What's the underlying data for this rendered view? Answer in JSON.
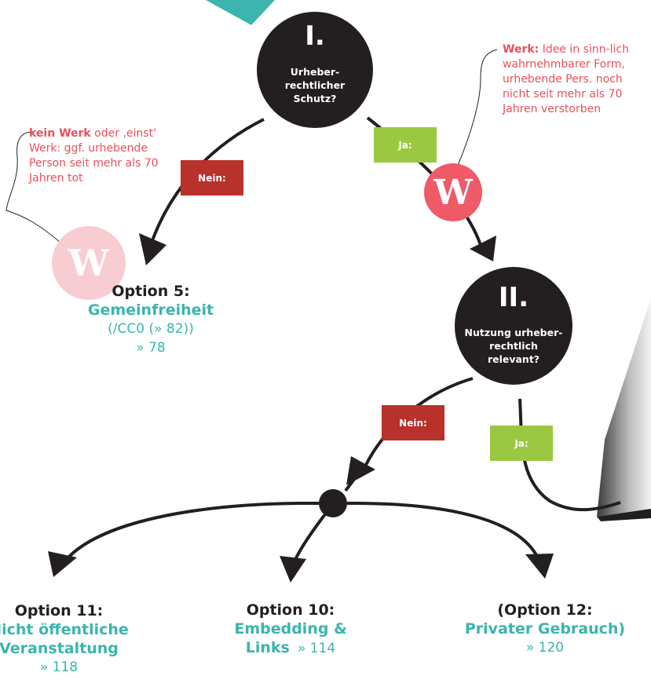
{
  "colors": {
    "node": "#231f20",
    "teal": "#3bb5ad",
    "nein": "#b8312a",
    "ja": "#9bc841",
    "note": "#e8505b",
    "badge_light": "#f8cdd2"
  },
  "nodes": [
    {
      "roman": "I.",
      "question": [
        "Urheber-",
        "rechtlicher",
        "Schutz?"
      ]
    },
    {
      "roman": "II.",
      "question": [
        "Nutzung urheber-",
        "rechtlich",
        "relevant?"
      ]
    }
  ],
  "tags": {
    "nein": "Nein:",
    "ja": "Ja:"
  },
  "badge_letter": "W",
  "notes": {
    "left": {
      "bold": "kein Werk",
      "rest": " oder ‚einst‘ Werk: ggf. urhebende Person seit mehr als 70 Jahren tot"
    },
    "right": {
      "bold": "Werk:",
      "rest": " Idee in sinn-lich wahrnehmbarer Form, urhebende Pers. noch nicht seit mehr als 70 Jahren verstorben"
    }
  },
  "options": {
    "opt5": {
      "title": "Option 5:",
      "name": "Gemeinfreiheit",
      "line3": "(/CC0 (» 82))",
      "ref": "» 78"
    },
    "opt11": {
      "title": "Option 11:",
      "name1": "Nicht öffentliche",
      "name2": "Veranstaltung",
      "ref": "» 118"
    },
    "opt10": {
      "title": "Option 10:",
      "name1": "Embedding &",
      "name2": "Links",
      "ref": "» 114"
    },
    "opt12": {
      "title": "(Option 12:",
      "name": "Privater Gebrauch)",
      "ref": "» 120"
    }
  }
}
